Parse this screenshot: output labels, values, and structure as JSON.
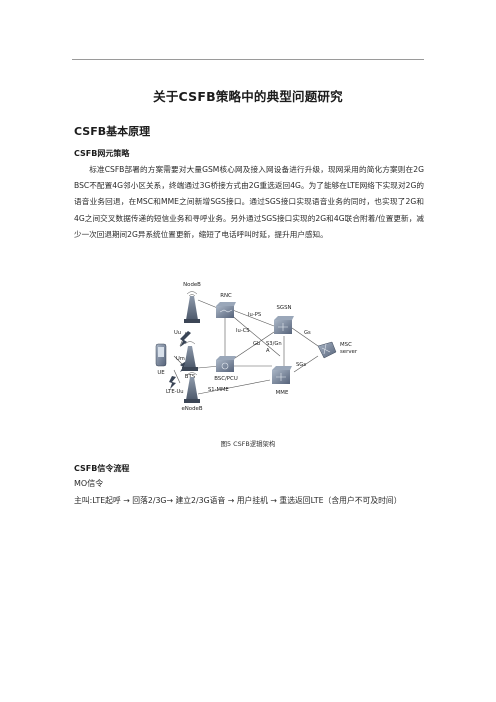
{
  "document": {
    "title": "关于CSFB策略中的典型问题研究",
    "section_heading": "CSFB基本原理",
    "subsection_network": "CSFB网元策略",
    "paragraph": "标准CSFB部署的方案需要对大量GSM核心网及接入网设备进行升级，现网采用的简化方案则在2G BSC不配置4G邻小区关系，终端通过3G桥接方式由2G重选返回4G。为了能够在LTE网络下实现对2G的语音业务回退，在MSC和MME之间新增SGS接口。通过SGS接口实现语音业务的同时，也实现了2G和4G之间交叉数据传递的短信业务和寻呼业务。另外通过SGS接口实现的2G和4G联合附着/位置更新，减少一次回退期间2G异系统位置更新，缩短了电话呼叫时延，提升用户感知。",
    "figure_caption": "图5 CSFB逻辑架构",
    "subsection_signaling": "CSFB信令流程",
    "mo_label": "MO信令",
    "flow_text": "主叫:LTE起呼 → 回落2/3G→ 建立2/3G语音 → 用户挂机 → 重选返回LTE（含用户不可及时间）"
  },
  "diagram": {
    "nodes": {
      "nodeb": "NodeB",
      "rnc": "RNC",
      "sgsn": "SGSN",
      "msc": "MSC",
      "msc_sub": "server",
      "ue": "UE",
      "bts": "BTS",
      "bsc": "BSC/PCU",
      "mme": "MME",
      "enodeb": "eNodeB"
    },
    "interfaces": {
      "uu": "Uu",
      "um": "Um",
      "lte_uu": "LTE-Uu",
      "iu_ps": "Iu-PS",
      "iu_cs": "Iu-CS",
      "gb": "Gb",
      "s3gn": "S3/Gn",
      "a": "A",
      "gs": "Gs",
      "sgs": "SGs",
      "s1_mme": "S1-MME"
    },
    "colors": {
      "device_fill": "#7f8fa6",
      "device_dark": "#4a5568",
      "line": "#555555"
    }
  }
}
